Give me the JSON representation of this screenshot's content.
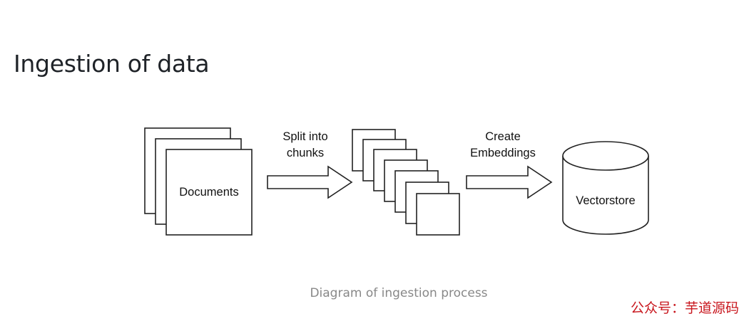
{
  "page": {
    "heading": "Ingestion of data",
    "caption": "Diagram of ingestion process",
    "watermark": "公众号：芋道源码"
  },
  "diagram": {
    "nodes": {
      "documents": "Documents",
      "vectorstore": "Vectorstore"
    },
    "edges": {
      "split": [
        "Split into",
        "chunks"
      ],
      "embed": [
        "Create",
        "Embeddings"
      ]
    }
  }
}
